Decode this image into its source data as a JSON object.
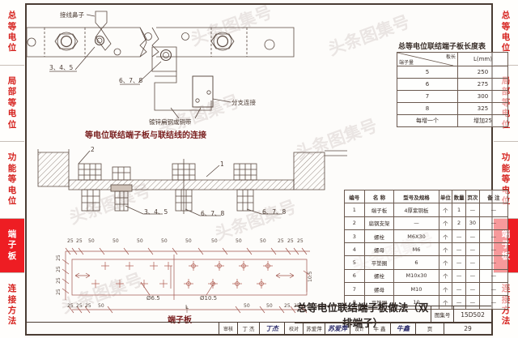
{
  "sidebar": {
    "tabs": [
      {
        "id": "total-equipotential",
        "chars": [
          "总",
          "等",
          "电",
          "位"
        ],
        "active": false
      },
      {
        "id": "local-equipotential",
        "chars": [
          "局",
          "部",
          "等",
          "电",
          "位"
        ],
        "active": false
      },
      {
        "id": "functional-equipotential",
        "chars": [
          "功",
          "能",
          "等",
          "电",
          "位"
        ],
        "active": false
      },
      {
        "id": "terminal-board",
        "chars": [
          "端",
          "子",
          "板"
        ],
        "active": true
      },
      {
        "id": "connection-method",
        "chars": [
          "连",
          "接",
          "方",
          "法"
        ],
        "active": false
      }
    ]
  },
  "watermark": {
    "text": "头条图集号"
  },
  "drawings": {
    "top": {
      "caption": "等电位联结端子板与联结线的连接",
      "labels": {
        "terminal_lug": "接线鼻子",
        "ref_345": "3、4、5",
        "ref_678": "6、7、8",
        "branch_connection": "分支连接",
        "galvanized_flat_steel": "镀锌扁钢或铜带"
      }
    },
    "middle": {
      "labels": {
        "item_2": "2",
        "item_1": "1",
        "ref_345": "3、4、5",
        "ref_678_a": "6、7、8",
        "ref_678_b": "6、7、8"
      }
    },
    "bottom": {
      "caption": "端子板",
      "top_dims": [
        "25",
        "25",
        "50",
        "50",
        "50",
        "50",
        "50",
        "50",
        "50",
        "50",
        "25",
        "25",
        "25"
      ],
      "left_dims": [
        "25",
        "25",
        "25",
        "25"
      ],
      "bottom_dims_left": [
        "25",
        "25",
        "25",
        "50"
      ],
      "bottom_dims_right": [
        "50",
        "50",
        "25",
        "25"
      ],
      "hole_small": "Ø6.5",
      "hole_large": "Ø10.5",
      "right_dim": "10.5",
      "length_mark": "L"
    }
  },
  "length_table": {
    "title": "总等电位联结端子板长度表",
    "header": {
      "row_label": "端子量",
      "col_label": "板长",
      "value_col": "L(mm)"
    },
    "rows": [
      {
        "terminals": "5",
        "length": "250"
      },
      {
        "terminals": "6",
        "length": "275"
      },
      {
        "terminals": "7",
        "length": "300"
      },
      {
        "terminals": "8",
        "length": "325"
      },
      {
        "terminals": "每增一个",
        "length": "增加25"
      }
    ]
  },
  "bom_table": {
    "headers": [
      "编号",
      "名  称",
      "型号及规格",
      "单位",
      "数量",
      "页次",
      "备    注"
    ],
    "rows": [
      {
        "no": "1",
        "name": "端子板",
        "spec": "4厚紫铜板",
        "unit": "个",
        "qty": "1",
        "page": "—",
        "remark": "—"
      },
      {
        "no": "2",
        "name": "扁钢支架",
        "spec": "—",
        "unit": "个",
        "qty": "2",
        "page": "30",
        "remark": "—"
      },
      {
        "no": "3",
        "name": "螺栓",
        "spec": "M6X30",
        "unit": "个",
        "qty": "—",
        "page": "—",
        "remark": "—"
      },
      {
        "no": "4",
        "name": "螺母",
        "spec": "M6",
        "unit": "个",
        "qty": "—",
        "page": "—",
        "remark": "—"
      },
      {
        "no": "5",
        "name": "平垫圈",
        "spec": "6",
        "unit": "个",
        "qty": "—",
        "page": "—",
        "remark": "—"
      },
      {
        "no": "6",
        "name": "螺栓",
        "spec": "M10x30",
        "unit": "个",
        "qty": "—",
        "page": "—",
        "remark": "—"
      },
      {
        "no": "7",
        "name": "螺母",
        "spec": "M10",
        "unit": "个",
        "qty": "—",
        "page": "—",
        "remark": "—"
      },
      {
        "no": "8",
        "name": "平垫圈",
        "spec": "10",
        "unit": "个",
        "qty": "—",
        "page": "—",
        "remark": "—"
      }
    ]
  },
  "title_block": {
    "title": "总等电位联结端子板做法（双排端子）",
    "atlas_key": "图集号",
    "atlas_value": "15D502",
    "page_key": "页",
    "page_value": "29",
    "signatures": [
      {
        "key": "审核",
        "name": "丁 杰",
        "mark": "丁杰"
      },
      {
        "key": "校对",
        "name": "苏爱萍",
        "mark": "苏爱萍"
      },
      {
        "key": "设计",
        "name": "牛 鑫",
        "mark": "牛鑫"
      }
    ]
  }
}
